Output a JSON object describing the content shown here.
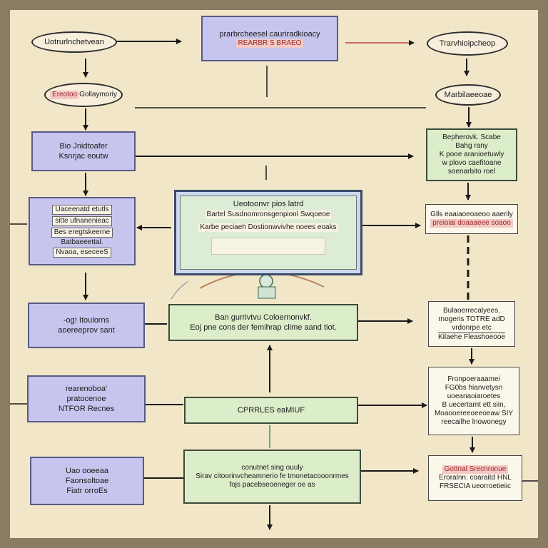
{
  "diagram": {
    "top_center": {
      "line1": "prarbrcheesel cauriradkioacy",
      "line2": "REARBR S BRAEO"
    },
    "top_left_oval": "Uotrurlnchetvean",
    "top_right_oval": "Trarvhioipcheop",
    "left_oval_2": {
      "hl": "Ereotoo",
      "rest": "Gollaymoriy"
    },
    "right_oval_2": "Marbilaeeoae",
    "left_box_1": {
      "line1": "Bio Jnidtoafer",
      "line2": "Ksnrjac eoutw"
    },
    "right_box_1": {
      "line1": "Bepherovk. Scabe",
      "line2": "Bahg rany",
      "line3": "K pooe aranioetuwly",
      "line4": "w plovo caefitoane",
      "line5": "soenarbito roel"
    },
    "left_box_2": {
      "line1": "Uaceenatd etutls",
      "line2": "sitte ufnanenieac",
      "line3": "Bes eregtskeerne",
      "line4": "Batbaeeettal.",
      "line5": "Nvaoa, eseceeS"
    },
    "monitor": {
      "title": "Ueotoonvr pios latrd",
      "line1": "Bartel Susdnomronsgenpionl Swqoeoe",
      "line2": "Karbe peciaeh Dostionwvivhe noees eoaks"
    },
    "right_box_2": {
      "line1": "Glls eaaiaoeoaeoo aaerily",
      "line2": "preioiai doaaaeee soaoo"
    },
    "left_box_3": {
      "line1": "-og! Itoulorns",
      "line2": "aoereeprov sant"
    },
    "center_box_3": {
      "line1": "Ban gurrivtvu Coloernonvkf.",
      "line2": "Eoj pne cons der femihrap clime aand tiot."
    },
    "right_box_3": {
      "line1": "Bulaoerrecalyees.",
      "line2": "rnogeris TOTRE adD",
      "line3": "vrdonrpe etc",
      "line4": "Kilaehe Fleashoeooe"
    },
    "left_box_4": {
      "line1": "rearenoboa'",
      "line2": "pratocenoe",
      "line3": "NTFOR Recnes"
    },
    "center_box_4": "CPRRLES eaMIUF",
    "right_box_4": {
      "line1": "Fronpoeraaamei",
      "line2": "FG0bs hianvetysn",
      "line3": "uoeanaoiaroetes",
      "line4": "B uecertarnt ett siin,",
      "line5": "Moaooereeoeeoeaw SIY",
      "line6": "reecailhe lnowonegy"
    },
    "left_box_5": {
      "line1": "Uao ooeeaa",
      "line2": "Faonsoltoae",
      "line3": "Fiatr orroEs"
    },
    "center_box_5": {
      "line1": "conutnet sing ouuly",
      "line2": "Sirav citoorinvcheamnerio fe tmonetacooonrmes",
      "line3": "fojs pacebseoeneger oe as"
    },
    "right_box_5": {
      "hl": "Gottnal Srecnronue",
      "line2": "Eroralnn. coaraitd HNL",
      "line3": "FRSECIA ueorroetieiic"
    }
  }
}
